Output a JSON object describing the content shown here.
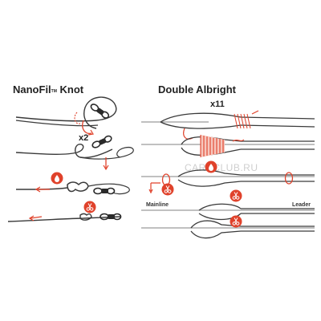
{
  "left_diagram": {
    "title": "NanoFil",
    "title_mark": "TM",
    "title_suffix": "Knot",
    "wrap_count": "x2"
  },
  "right_diagram": {
    "title": "Double Albright",
    "wrap_count": "x11",
    "mainline_label": "Mainline",
    "leader_label": "Leader"
  },
  "watermark": "CARPCLUB.RU",
  "colors": {
    "line": "#3a3a3a",
    "accent": "#e0422b",
    "light_line": "#9a9a9a"
  },
  "icons": [
    "water-drop-icon",
    "scissors-icon",
    "pull-arrow-icon",
    "swivel-icon"
  ]
}
